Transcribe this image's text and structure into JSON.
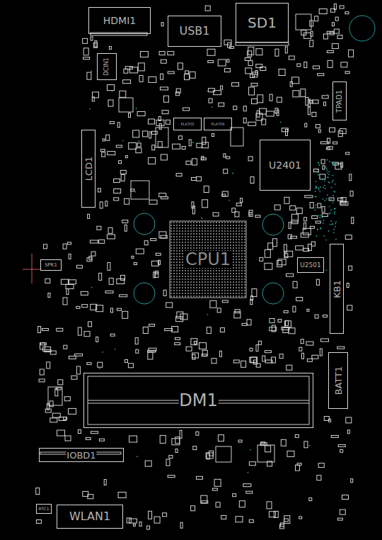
{
  "diagram": {
    "nodes": [
      {
        "text": [
          "HDMI1"
        ]
      },
      {
        "text": [
          "USB1"
        ]
      },
      {
        "text": [
          "SD1"
        ]
      },
      {
        "text": [
          "DCIN1"
        ]
      },
      {
        "text": [
          "TPAD1"
        ]
      },
      {
        "text": [
          "PLA705"
        ]
      },
      {
        "text": [
          "PLA706"
        ]
      },
      {
        "text": [
          "LCD1"
        ]
      },
      {
        "text": [
          "U2401"
        ]
      },
      {
        "text": [
          "CPU1"
        ]
      },
      {
        "text": [
          "SPK1"
        ]
      },
      {
        "text": [
          "U2501"
        ]
      },
      {
        "text": [
          "KB1"
        ]
      },
      {
        "text": [
          "BATT1"
        ]
      },
      {
        "text": [
          "DM1"
        ]
      },
      {
        "text": [
          "IOBD1"
        ]
      },
      {
        "text": [
          "RTC1"
        ]
      },
      {
        "text": [
          "WLAN1"
        ]
      }
    ]
  }
}
